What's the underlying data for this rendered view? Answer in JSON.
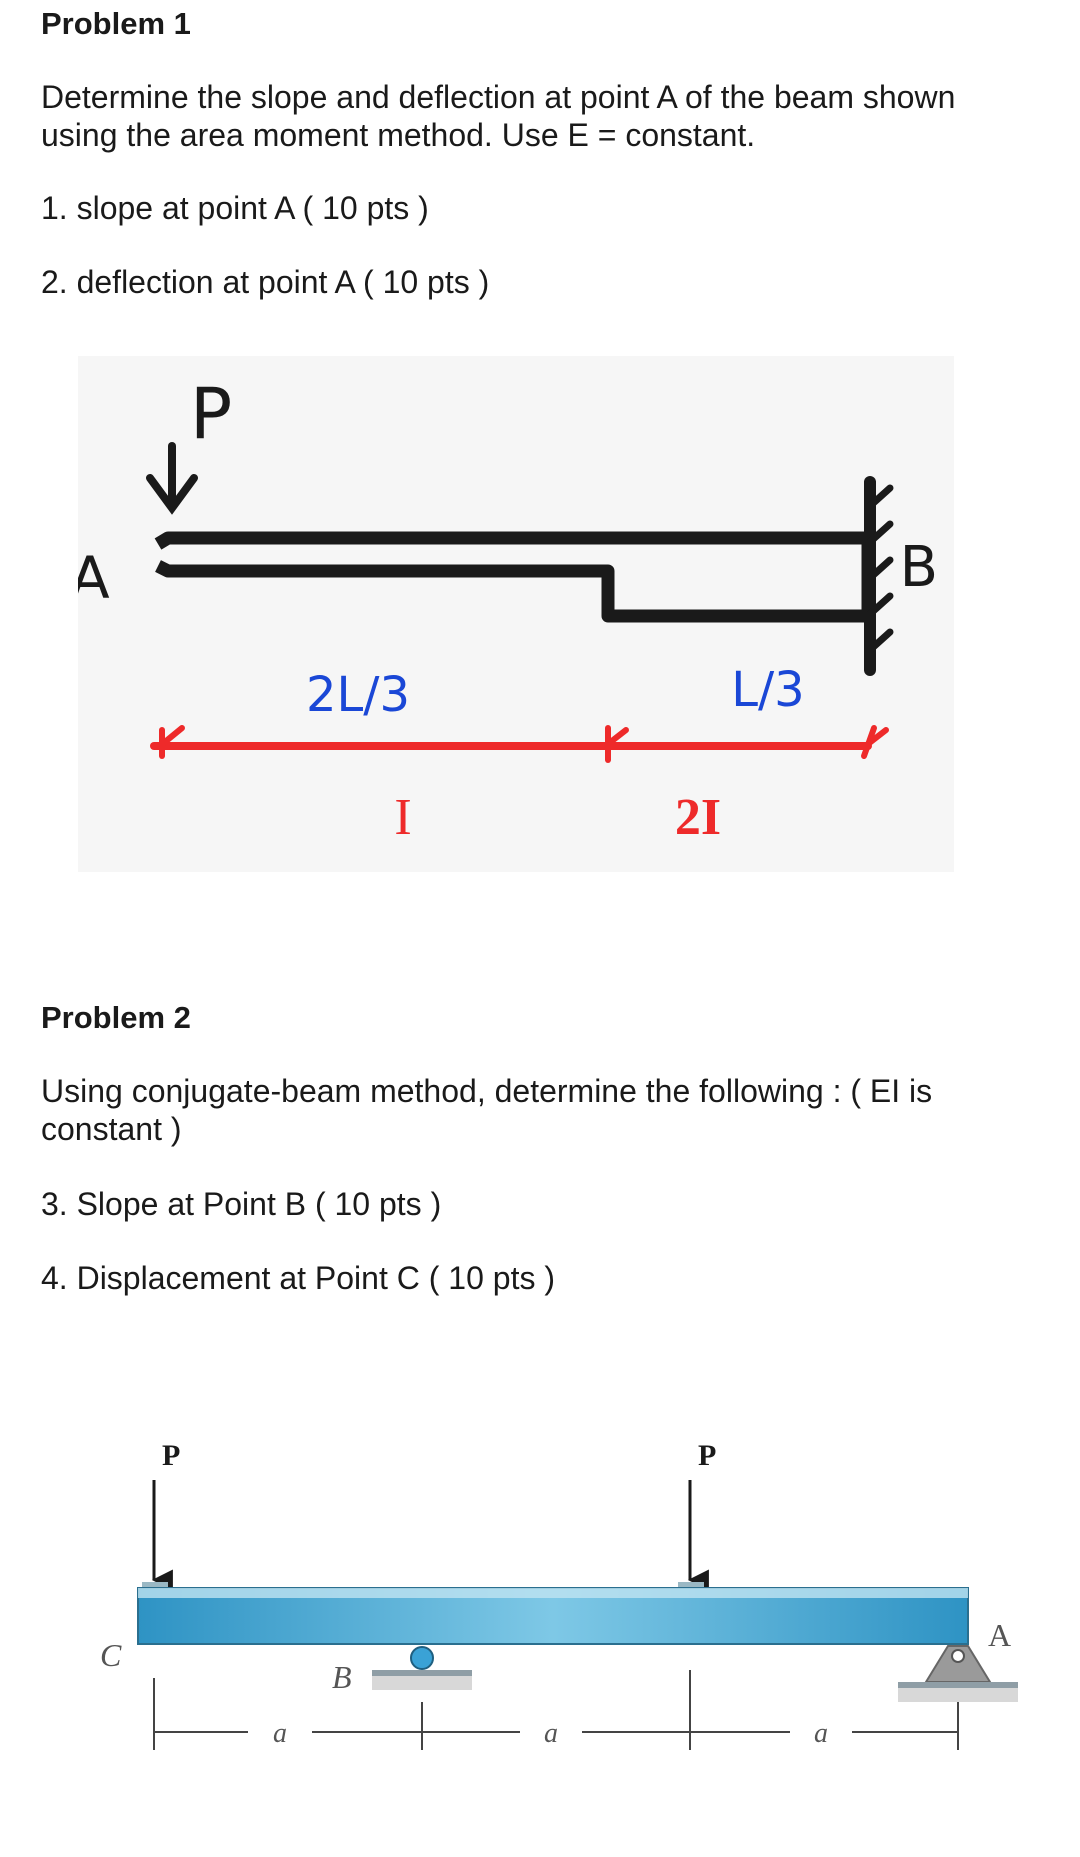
{
  "problem1": {
    "title": "Problem 1",
    "statement": "Determine the slope and deflection at point A of the beam shown using the area moment method. Use E = constant.",
    "items": [
      "1. slope at point A ( 10 pts )",
      "2. deflection at point A ( 10 pts )"
    ],
    "figure": {
      "load_label": "P",
      "point_a": "A",
      "point_b": "B",
      "span_left": "2L/3",
      "span_right": "L/3",
      "inertia_left": "I",
      "inertia_right": "2I"
    }
  },
  "problem2": {
    "title": "Problem 2",
    "statement": "Using conjugate-beam method, determine the following : ( EI is constant )",
    "items": [
      "3. Slope at Point B ( 10 pts )",
      "4. Displacement at Point C ( 10 pts )"
    ],
    "figure": {
      "load_left": "P",
      "load_right": "P",
      "point_c": "C",
      "point_b": "B",
      "point_a": "A",
      "dim1": "a",
      "dim2": "a",
      "dim3": "a"
    }
  }
}
